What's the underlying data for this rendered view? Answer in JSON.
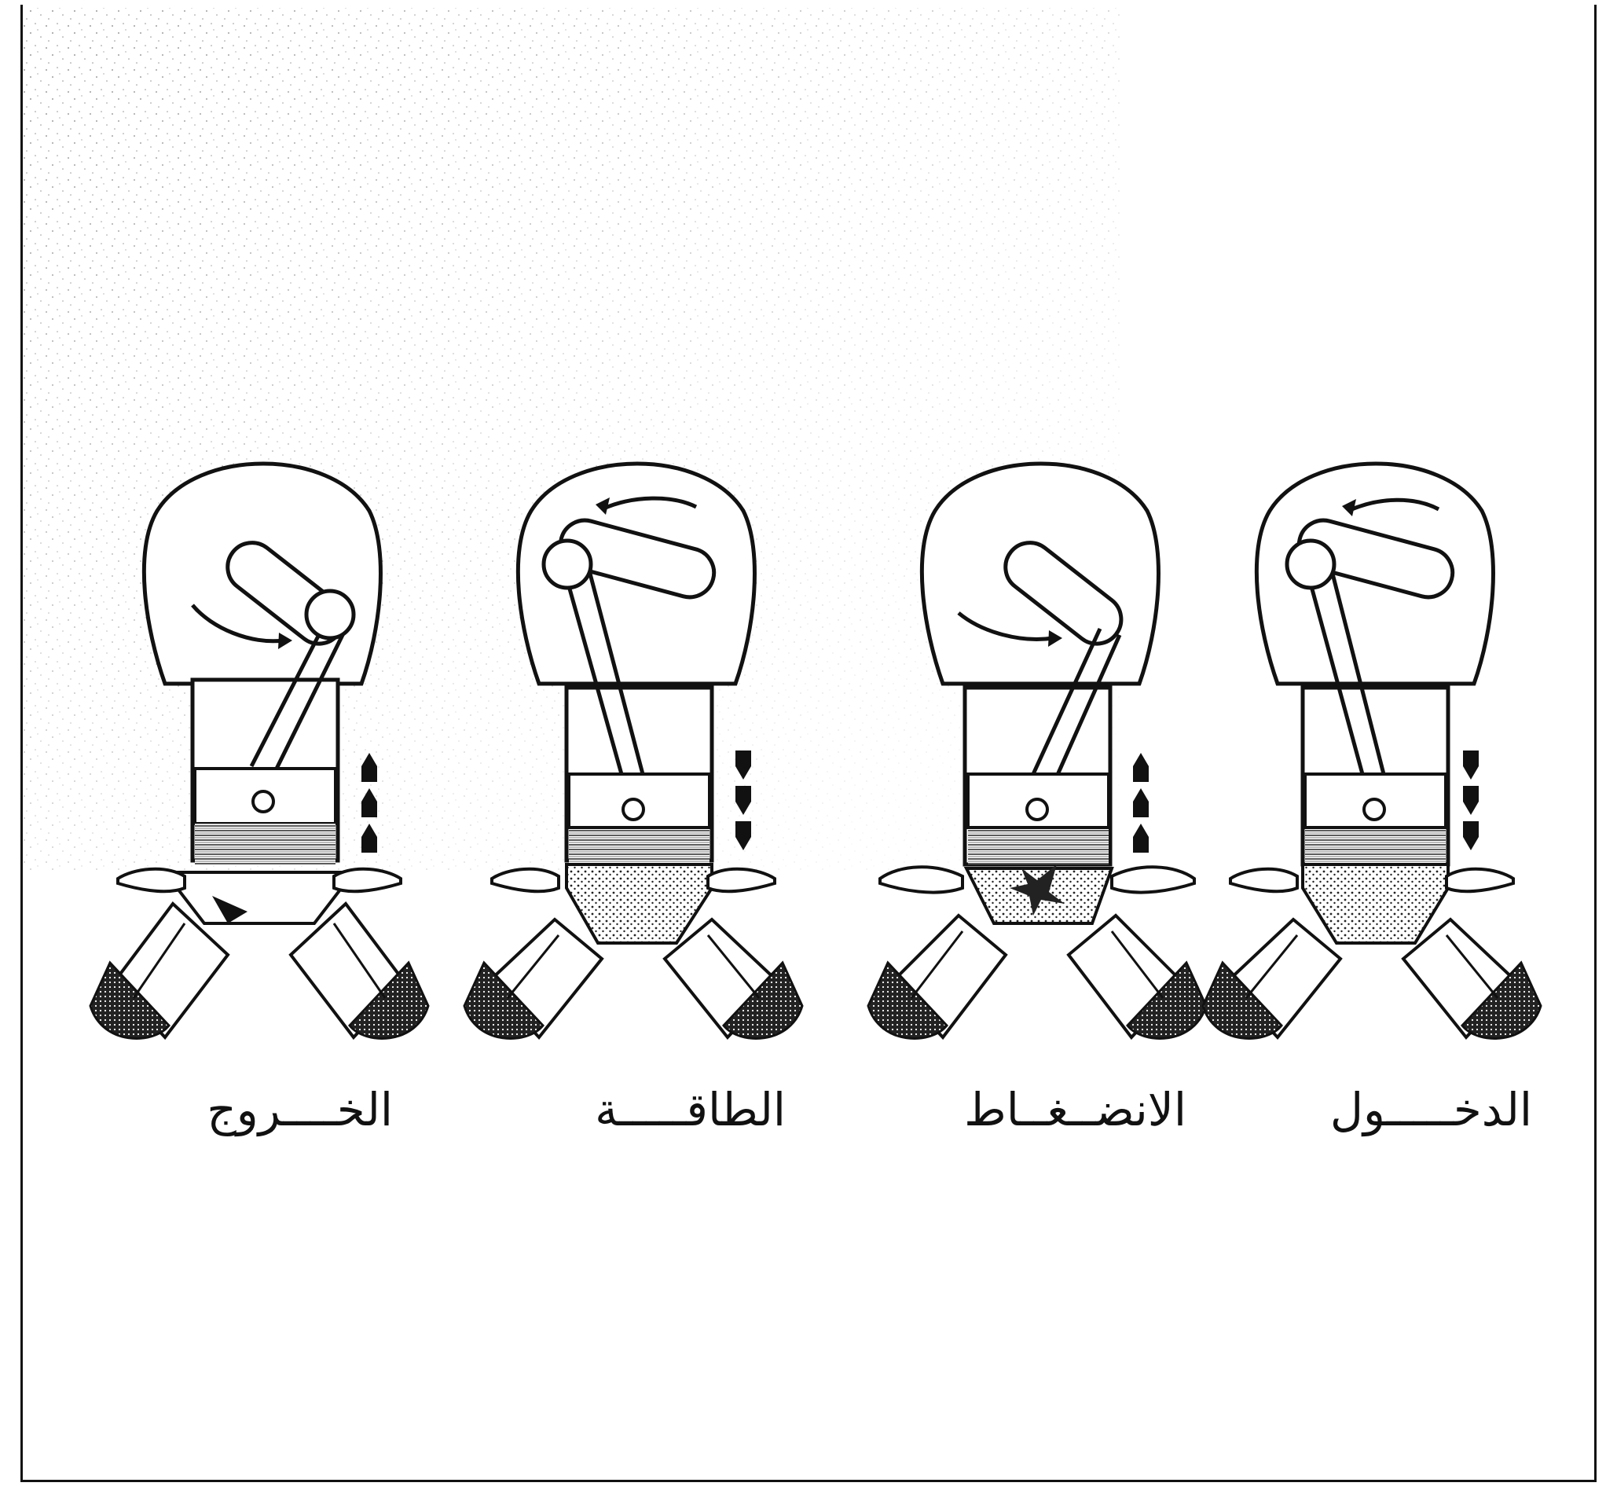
{
  "diagram": {
    "strokes": [
      {
        "label": "الخــــروج"
      },
      {
        "label": "الطاقـــــة"
      },
      {
        "label": "الانضــغــاط"
      },
      {
        "label": "الدخـــــول"
      }
    ]
  }
}
